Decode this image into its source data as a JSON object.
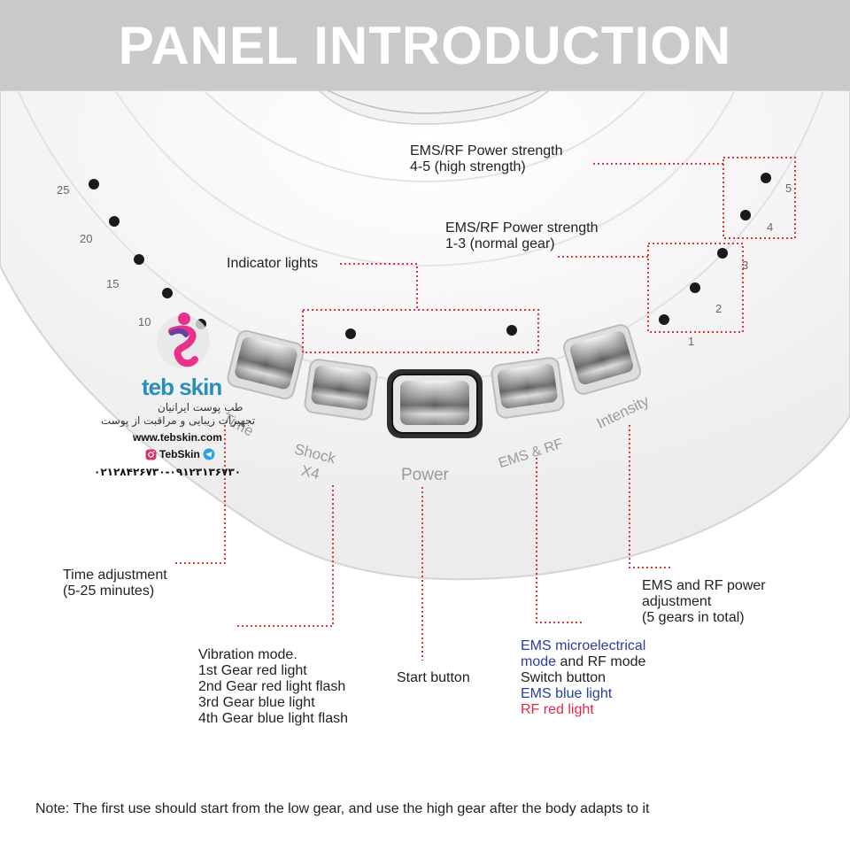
{
  "header": {
    "title": "PANEL INTRODUCTION"
  },
  "colors": {
    "header_bg": "#c9c9c9",
    "label_blue": "#2a3da0",
    "label_red": "#e0284f",
    "leader_red": "#d9343a"
  },
  "device": {
    "time_numbers": [
      "25",
      "20",
      "15",
      "10"
    ],
    "intensity_numbers": [
      "1",
      "2",
      "3",
      "4",
      "5"
    ],
    "button_labels": {
      "time": "Time",
      "shock_line1": "Shock",
      "shock_line2": "X4",
      "power": "Power",
      "ems_rf": "EMS & RF",
      "intensity": "Intensity"
    }
  },
  "callouts": {
    "high_strength": {
      "line1": "EMS/RF Power strength",
      "line2": "4-5 (high strength)"
    },
    "normal_strength": {
      "line1": "EMS/RF Power strength",
      "line2": "1-3 (normal gear)"
    },
    "indicator_lights": "Indicator lights",
    "time_adjustment": {
      "line1": "Time adjustment",
      "line2": "(5-25 minutes)"
    },
    "vibration": {
      "line1": "Vibration mode.",
      "line2": "1st Gear red light",
      "line3": "2nd Gear red light flash",
      "line4": "3rd Gear blue light",
      "line5": "4th Gear blue light flash"
    },
    "start_button": "Start button",
    "ems_rf_mode": {
      "line1": "EMS microelectrical",
      "line2a": "mode",
      "line2b": " and RF mode",
      "line3": "Switch button",
      "line4": "EMS blue light",
      "line5": "RF red light"
    },
    "power_adjustment": {
      "line1": "EMS and RF power",
      "line2": "adjustment",
      "line3": "(5 gears in total)"
    }
  },
  "watermark": {
    "brand": "teb skin",
    "subtitle": "طب پوست ایرانیان",
    "tagline": "تجهیزات زیبایی و مراقبت از پوست",
    "website": "www.tebskin.com",
    "social": "TebSkin",
    "phones": "۰۲۱۲۸۴۲۶۷۳۰-۰۹۱۲۳۱۳۶۷۳۰"
  },
  "note": "Note: The first use should start from the low gear, and use the high gear after the body adapts to it"
}
